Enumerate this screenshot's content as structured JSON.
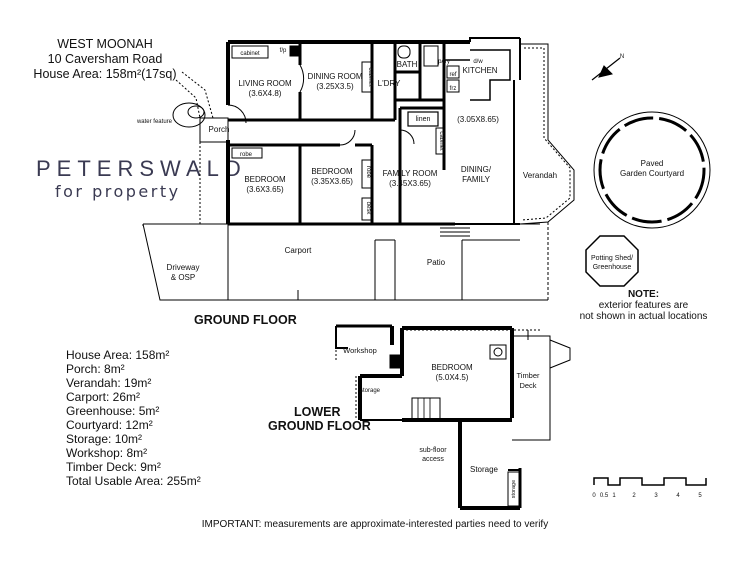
{
  "header": {
    "title": "WEST MOONAH",
    "address": "10 Caversham Road",
    "house_area": "House Area: 158m²(17sq)"
  },
  "brand": {
    "line1": "PETERSWALD",
    "line2": "for property",
    "color": "#3a3a52"
  },
  "rooms": {
    "living": "LIVING ROOM",
    "living_dim": "(3.6X4.8)",
    "dining": "DINING ROOM",
    "dining_dim": "(3.25X3.5)",
    "bath": "BATH",
    "ldry": "L'DRY",
    "kitchen": "KITCHEN",
    "pantry": "p/try",
    "dw": "d/w",
    "ref": "ref",
    "frz": "frz",
    "cabinet": "cabinet",
    "fp": "f/p",
    "porch": "Porch",
    "water": "water feature",
    "robe": "robe",
    "bed1": "BEDROOM",
    "bed1_dim": "(3.6X3.65)",
    "bed2": "BEDROOM",
    "bed2_dim": "(3.35X3.65)",
    "linen": "linen",
    "desk": "desk",
    "family": "FAMILY ROOM",
    "family_dim": "(3.45X3.65)",
    "dining_family": "DINING/",
    "dining_family2": "FAMILY",
    "dining_family_dim": "(3.05X8.65)",
    "verandah": "Verandah",
    "carport": "Carport",
    "driveway": "Driveway",
    "osp": "& OSP",
    "patio": "Patio",
    "courtyard": "Paved",
    "courtyard2": "Garden Courtyard",
    "potting": "Potting Shed/",
    "potting2": "Greenhouse",
    "workshop": "Workshop",
    "storage_small": "storage",
    "lower_bed": "BEDROOM",
    "lower_bed_dim": "(5.0X4.5)",
    "timber": "Timber",
    "deck": "Deck",
    "subfloor": "sub-floor",
    "access": "access",
    "storage": "Storage",
    "storage_v": "storage",
    "compass": "N"
  },
  "floors": {
    "ground": "GROUND FLOOR",
    "lower1": "LOWER",
    "lower2": "GROUND FLOOR"
  },
  "note": {
    "title": "NOTE:",
    "line1": "exterior features are",
    "line2": "not shown in actual locations"
  },
  "areas": [
    "House Area: 158m²",
    "Porch: 8m²",
    "Verandah: 19m²",
    "Carport: 26m²",
    "Greenhouse: 5m²",
    "Courtyard: 12m²",
    "Storage: 10m²",
    "Workshop: 8m²",
    "Timber Deck: 9m²",
    "Total Usable Area: 255m²"
  ],
  "scale": [
    "0",
    "0.5",
    "1",
    "2",
    "3",
    "4",
    "5"
  ],
  "footer": "IMPORTANT: measurements are approximate-interested parties need to verify"
}
